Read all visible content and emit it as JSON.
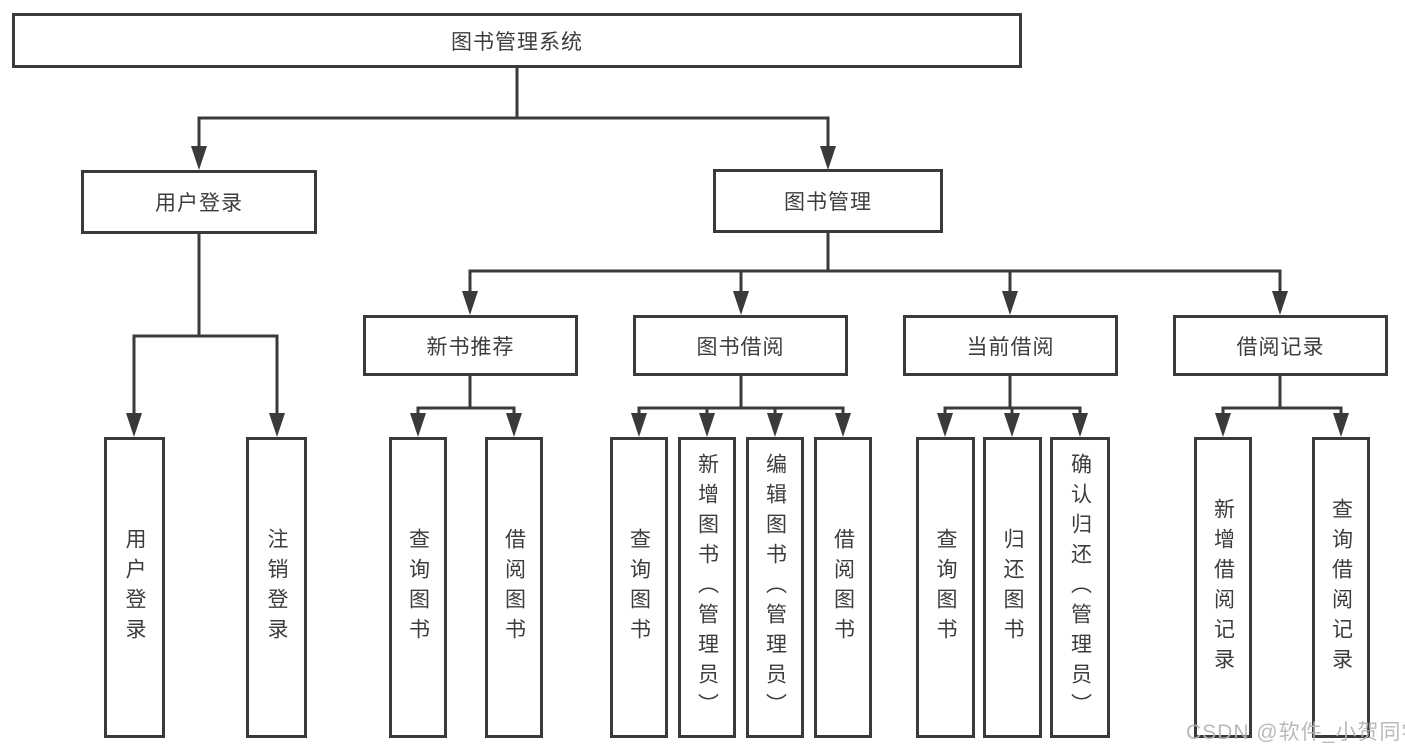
{
  "title": "图书管理系统",
  "tree": {
    "root": {
      "label": "图书管理系统"
    },
    "branches": [
      {
        "label": "用户登录",
        "children": [
          {
            "label": "用户登录"
          },
          {
            "label": "注销登录"
          }
        ]
      },
      {
        "label": "图书管理",
        "groups": [
          {
            "label": "新书推荐",
            "children": [
              {
                "label": "查询图书"
              },
              {
                "label": "借阅图书"
              }
            ]
          },
          {
            "label": "图书借阅",
            "children": [
              {
                "label": "查询图书"
              },
              {
                "label": "新增图书（管理员）"
              },
              {
                "label": "编辑图书（管理员）"
              },
              {
                "label": "借阅图书"
              }
            ]
          },
          {
            "label": "当前借阅",
            "children": [
              {
                "label": "查询图书"
              },
              {
                "label": "归还图书"
              },
              {
                "label": "确认归还（管理员）"
              }
            ]
          },
          {
            "label": "借阅记录",
            "children": [
              {
                "label": "新增借阅记录"
              },
              {
                "label": "查询借阅记录"
              }
            ]
          }
        ]
      }
    ]
  },
  "watermark": "CSDN @软件_小贺同学",
  "colors": {
    "line": "#3a3a3a",
    "text": "#3d3d3d",
    "background": "#ffffff",
    "watermark": "#b5b5b5"
  }
}
